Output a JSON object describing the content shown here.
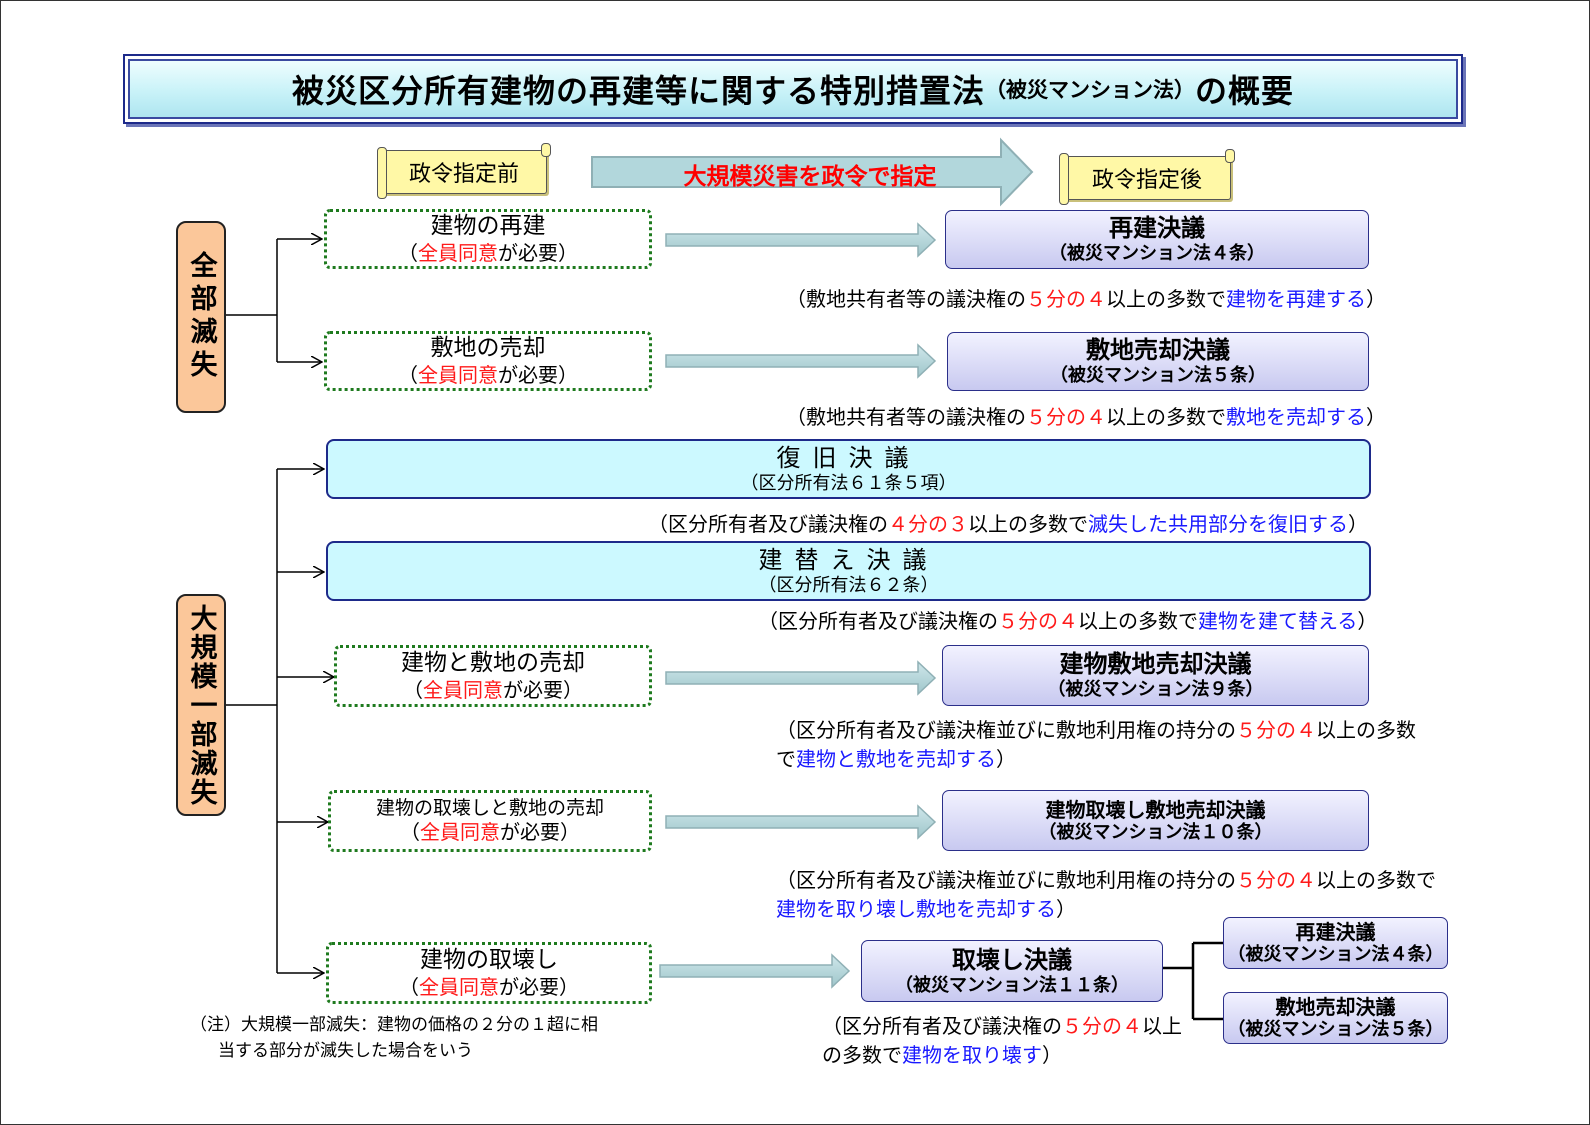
{
  "title": {
    "main_a": "被災区分所有建物の再建等に関する特別措置法",
    "sub": "（被災マンション法）",
    "main_b": "の概要"
  },
  "header": {
    "before": "政令指定前",
    "after": "政令指定後",
    "arrow_label": "大規模災害を政令で指定"
  },
  "categories": {
    "total_loss": "全部滅失",
    "partial_loss": "大規模一部滅失"
  },
  "common": {
    "consent_red": "全員同意",
    "consent_rest": "が必要）",
    "consent_open": "（"
  },
  "rows": {
    "rebuild": {
      "before": "建物の再建",
      "after_title": "再建決議",
      "after_law": "（被災マンション法４条）",
      "note_a": "（敷地共有者等の議決権の",
      "note_red": "５分の４",
      "note_b": "以上の多数で",
      "note_blue": "建物を再建する",
      "note_c": "）"
    },
    "site_sale": {
      "before": "敷地の売却",
      "after_title": "敷地売却決議",
      "after_law": "（被災マンション法５条）",
      "note_a": "（敷地共有者等の議決権の",
      "note_red": "５分の４",
      "note_b": "以上の多数で",
      "note_blue": "敷地を売却する",
      "note_c": "）"
    },
    "restore": {
      "title": "復旧決議",
      "law": "（区分所有法６１条５項）",
      "note_a": "（区分所有者及び議決権の",
      "note_red": "４分の３",
      "note_b": "以上の多数で",
      "note_blue": "滅失した共用部分を復旧する",
      "note_c": "）"
    },
    "replace": {
      "title": "建替え決議",
      "law": "（区分所有法６２条）",
      "note_a": "（区分所有者及び議決権の",
      "note_red": "５分の４",
      "note_b": "以上の多数で",
      "note_blue": "建物を建て替える",
      "note_c": "）"
    },
    "building_site_sale": {
      "before": "建物と敷地の売却",
      "after_title": "建物敷地売却決議",
      "after_law": "（被災マンション法９条）",
      "note_a": "（区分所有者及び議決権並びに敷地利用権の持分の",
      "note_red": "５分の４",
      "note_b": "以上の多数で",
      "note_blue": "建物と敷地を売却する",
      "note_c": "）"
    },
    "demolish_sale": {
      "before": "建物の取壊しと敷地の売却",
      "after_title": "建物取壊し敷地売却決議",
      "after_law": "（被災マンション法１０条）",
      "note_a": "（区分所有者及び議決権並びに敷地利用権の持分の",
      "note_red": "５分の４",
      "note_b": "以上の多数で",
      "note_blue": "建物を取り壊し敷地を売却する",
      "note_c": "）"
    },
    "demolish": {
      "before": "建物の取壊し",
      "after_title": "取壊し決議",
      "after_law": "（被災マンション法１１条）",
      "note_a": "（区分所有者及び議決権の",
      "note_red": "５分の４",
      "note_b": "以上の多数で",
      "note_blue": "建物を取り壊す",
      "note_c": "）",
      "sub1_title": "再建決議",
      "sub1_law": "（被災マンション法４条）",
      "sub2_title": "敷地売却決議",
      "sub2_law": "（被災マンション法５条）"
    }
  },
  "footnote": {
    "line1": "（注）大規模一部滅失：建物の価格の２分の１超に相",
    "line2": "当する部分が滅失した場合をいう"
  },
  "colors": {
    "red": "#ff1a1a",
    "blue": "#1a1aff",
    "green_dotted": "#1e7a1e",
    "orange_box": "#fbc79a",
    "scroll": "#fff8a6",
    "cyan_box": "#ccf9ff",
    "purple_box": "#c8c9f0"
  }
}
